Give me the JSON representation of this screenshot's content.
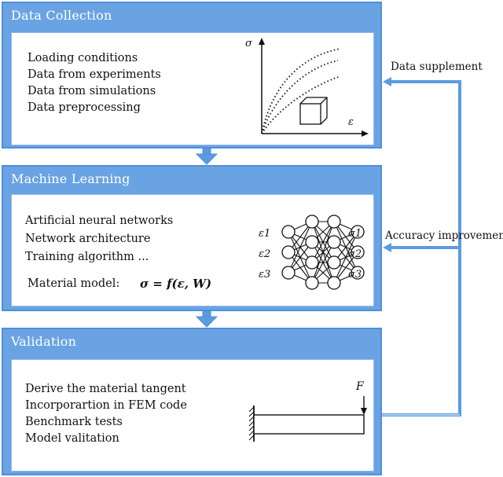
{
  "panels": [
    {
      "title": "Data Collection",
      "items": [
        "Loading conditions",
        "Data from experiments",
        "Data from simulations",
        "Data preprocessing"
      ],
      "plot": {
        "y_label": "σ",
        "x_label": "ε"
      }
    },
    {
      "title": "Machine Learning",
      "items": [
        "Artificial neural networks",
        "Network architecture",
        "Training algorithm ..."
      ],
      "model_label": "Material model:",
      "model_equation": "σ = f(ε, W)",
      "inputs": [
        "ε1",
        "ε2",
        "ε3"
      ],
      "outputs": [
        "σ1",
        "σ2",
        "σ3"
      ]
    },
    {
      "title": "Validation",
      "items": [
        "Derive the material tangent",
        "Incorporartion in FEM code",
        "Benchmark tests",
        "Model valitation"
      ],
      "force_label": "F"
    }
  ],
  "feedback": {
    "data_supplement": "Data supplement",
    "accuracy_improvement": "Accuracy improvement"
  },
  "colors": {
    "panel": "#6aa3e3",
    "border": "#4f8fdc",
    "arrow": "#5d9be0"
  }
}
